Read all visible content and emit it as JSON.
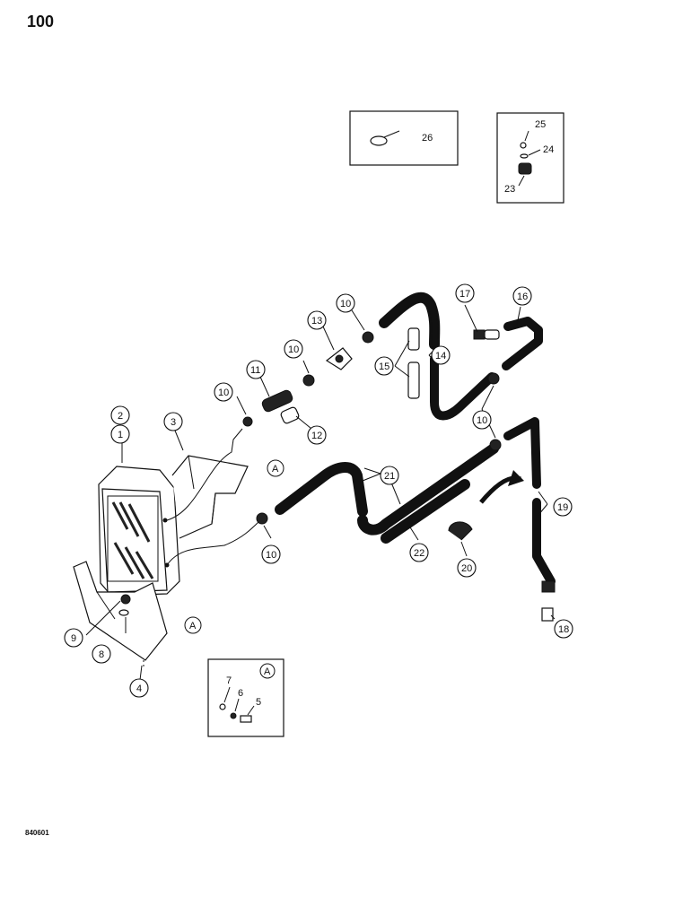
{
  "page_number": "100",
  "figure_code": "840601",
  "callouts": [
    "1",
    "2",
    "3",
    "4",
    "5",
    "6",
    "7",
    "8",
    "9",
    "10",
    "11",
    "12",
    "13",
    "14",
    "15",
    "16",
    "17",
    "18",
    "19",
    "20",
    "21",
    "22",
    "23",
    "24",
    "25",
    "26"
  ],
  "view_marker": "A"
}
